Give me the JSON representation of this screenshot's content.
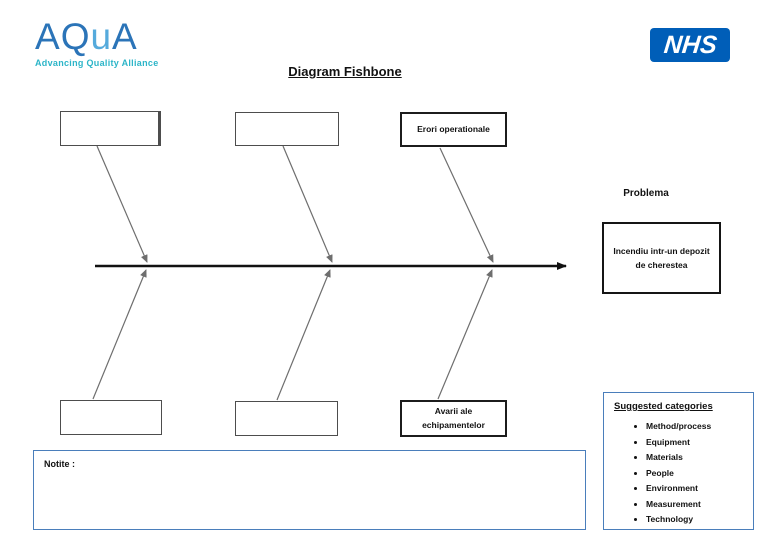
{
  "header": {
    "aqua_logo": {
      "parts": [
        "A",
        "Q",
        "u",
        "A"
      ],
      "tagline": "Advancing Quality Alliance"
    },
    "nhs_logo": {
      "text": "NHS"
    },
    "title": "Diagram Fishbone"
  },
  "diagram": {
    "problem_label": "Problema",
    "problem_text": "Incendiu intr-un depozit de cherestea",
    "top_causes": [
      "",
      "",
      "Erori operationale"
    ],
    "bottom_causes": [
      "",
      "",
      "Avarii ale echipamentelor"
    ]
  },
  "notes": {
    "label": "Notite :"
  },
  "suggested": {
    "title": "Suggested categories",
    "items": [
      "Method/process",
      "Equipment",
      "Materials",
      "People",
      "Environment",
      "Measurement",
      "Technology"
    ]
  },
  "colors": {
    "accent_blue": "#4a7ebb",
    "nhs_blue": "#005EB8",
    "aqua_blue": "#2b74b8",
    "aqua_light": "#55aadc",
    "aqua_cyan": "#2cb5c8",
    "arrow_gray": "#6e6e6e"
  }
}
